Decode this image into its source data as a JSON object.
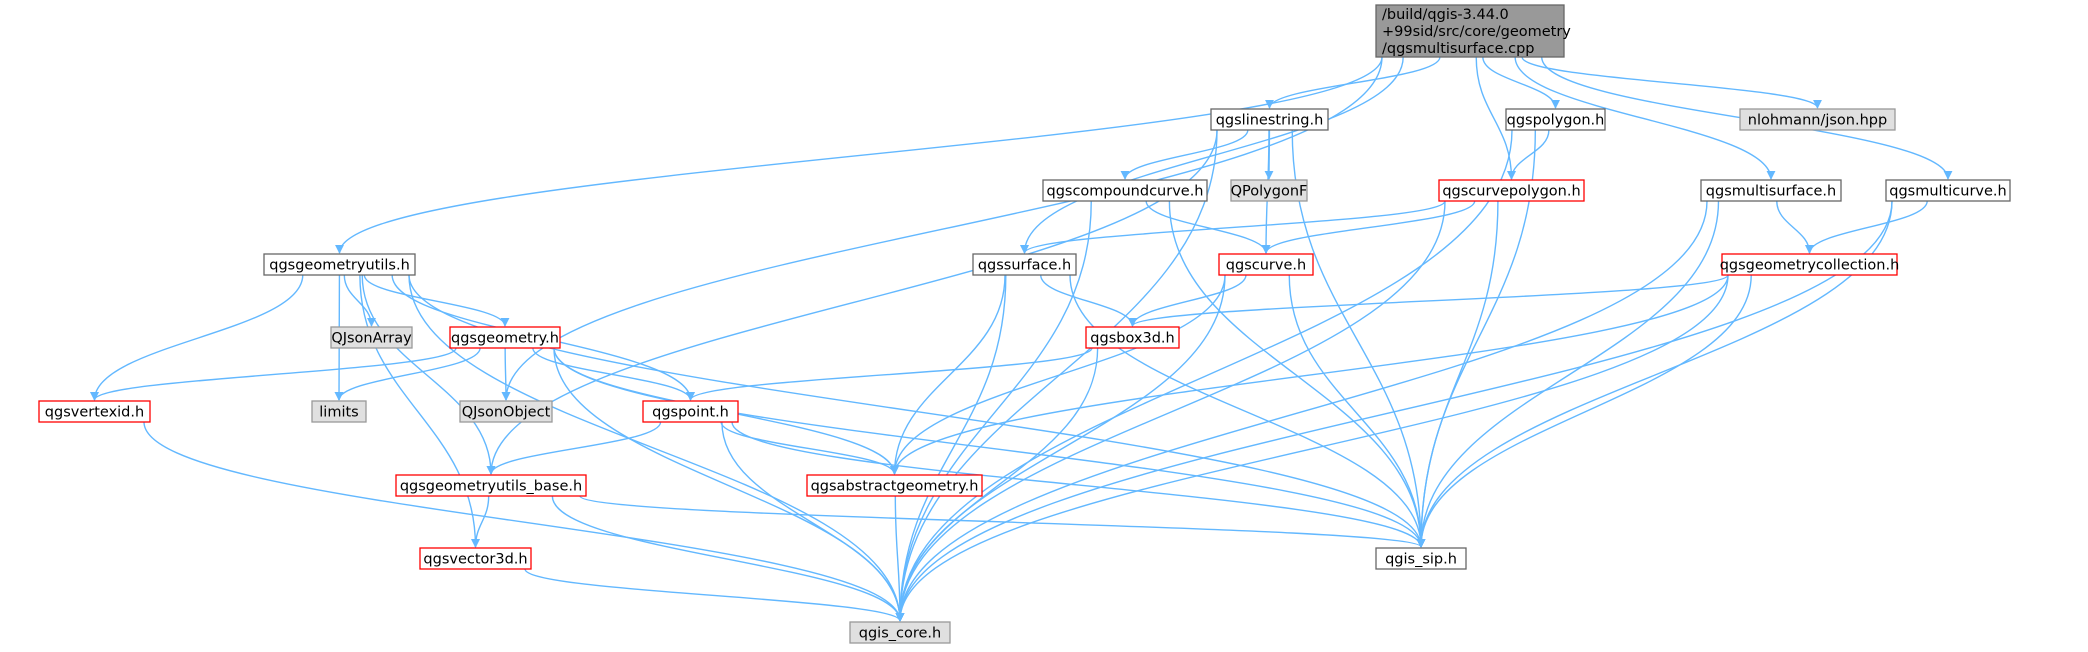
{
  "colors": {
    "edge": "#63b8ff",
    "root_fill": "#999999",
    "root_border": "#666666",
    "normal_fill": "#ffffff",
    "normal_border": "#666666",
    "red_fill": "#ffffff",
    "red_border": "#ff0000",
    "external_fill": "#e0e0e0",
    "external_border": "#999999"
  },
  "nodes": [
    {
      "id": "root",
      "kind": "root",
      "lines": [
        "/build/qgis-3.44.0",
        "+99sid/src/core/geometry",
        "/qgsmultisurface.cpp"
      ]
    },
    {
      "id": "qgslinestring",
      "kind": "normal",
      "lines": [
        "qgslinestring.h"
      ]
    },
    {
      "id": "qgspolygon",
      "kind": "normal",
      "lines": [
        "qgspolygon.h"
      ]
    },
    {
      "id": "nlohmann",
      "kind": "external",
      "lines": [
        "nlohmann/json.hpp"
      ]
    },
    {
      "id": "qgscompoundcurve",
      "kind": "normal",
      "lines": [
        "qgscompoundcurve.h"
      ]
    },
    {
      "id": "qpolygonf",
      "kind": "external",
      "lines": [
        "QPolygonF"
      ]
    },
    {
      "id": "qgscurvepolygon",
      "kind": "red",
      "lines": [
        "qgscurvepolygon.h"
      ]
    },
    {
      "id": "qgsmultisurfaceh",
      "kind": "normal",
      "lines": [
        "qgsmultisurface.h"
      ]
    },
    {
      "id": "qgsmulticurve",
      "kind": "normal",
      "lines": [
        "qgsmulticurve.h"
      ]
    },
    {
      "id": "qgsgeometryutils",
      "kind": "normal",
      "lines": [
        "qgsgeometryutils.h"
      ]
    },
    {
      "id": "qgssurface",
      "kind": "normal",
      "lines": [
        "qgssurface.h"
      ]
    },
    {
      "id": "qgscurve",
      "kind": "red",
      "lines": [
        "qgscurve.h"
      ]
    },
    {
      "id": "qgsgeometrycollection",
      "kind": "red",
      "lines": [
        "qgsgeometrycollection.h"
      ]
    },
    {
      "id": "qjsonarray",
      "kind": "external",
      "lines": [
        "QJsonArray"
      ]
    },
    {
      "id": "qgsgeometry",
      "kind": "red",
      "lines": [
        "qgsgeometry.h"
      ]
    },
    {
      "id": "qgsbox3d",
      "kind": "red",
      "lines": [
        "qgsbox3d.h"
      ]
    },
    {
      "id": "limits",
      "kind": "external",
      "lines": [
        "limits"
      ]
    },
    {
      "id": "qjsonobject",
      "kind": "external",
      "lines": [
        "QJsonObject"
      ]
    },
    {
      "id": "qgsvertexid",
      "kind": "red",
      "lines": [
        "qgsvertexid.h"
      ]
    },
    {
      "id": "qgspoint",
      "kind": "red",
      "lines": [
        "qgspoint.h"
      ]
    },
    {
      "id": "qgsgeometryutils_base",
      "kind": "red",
      "lines": [
        "qgsgeometryutils_base.h"
      ]
    },
    {
      "id": "qgsabstractgeometry",
      "kind": "red",
      "lines": [
        "qgsabstractgeometry.h"
      ]
    },
    {
      "id": "qgsvector3d",
      "kind": "red",
      "lines": [
        "qgsvector3d.h"
      ]
    },
    {
      "id": "qgis_sip",
      "kind": "normal",
      "lines": [
        "qgis_sip.h"
      ]
    },
    {
      "id": "qgis_core",
      "kind": "external",
      "lines": [
        "qgis_core.h"
      ]
    }
  ],
  "edges": [
    [
      "root",
      "qgsgeometryutils"
    ],
    [
      "root",
      "qjsonobject"
    ],
    [
      "root",
      "qgssurface"
    ],
    [
      "root",
      "qgslinestring"
    ],
    [
      "root",
      "qgscurvepolygon"
    ],
    [
      "root",
      "qgspolygon"
    ],
    [
      "root",
      "qgsmultisurfaceh"
    ],
    [
      "root",
      "qgsmulticurve"
    ],
    [
      "root",
      "nlohmann"
    ],
    [
      "qgslinestring",
      "qgsgeometryutils_base"
    ],
    [
      "qgslinestring",
      "qgis_core"
    ],
    [
      "qgslinestring",
      "qgscompoundcurve"
    ],
    [
      "qgslinestring",
      "qpolygonf"
    ],
    [
      "qgslinestring",
      "qgscurve"
    ],
    [
      "qgslinestring",
      "qgis_sip"
    ],
    [
      "qgspolygon",
      "qgscurvepolygon"
    ],
    [
      "qgspolygon",
      "qgis_sip"
    ],
    [
      "qgspolygon",
      "qgis_core"
    ],
    [
      "qgscompoundcurve",
      "qgis_core"
    ],
    [
      "qgscompoundcurve",
      "qgscurve"
    ],
    [
      "qgscompoundcurve",
      "qgis_sip"
    ],
    [
      "qgscurvepolygon",
      "qgssurface"
    ],
    [
      "qgscurvepolygon",
      "qgscurve"
    ],
    [
      "qgscurvepolygon",
      "qgis_sip"
    ],
    [
      "qgscurvepolygon",
      "qgis_core"
    ],
    [
      "qgsmultisurfaceh",
      "qgsgeometrycollection"
    ],
    [
      "qgsmultisurfaceh",
      "qgis_sip"
    ],
    [
      "qgsmultisurfaceh",
      "qgis_core"
    ],
    [
      "qgsmulticurve",
      "qgsgeometrycollection"
    ],
    [
      "qgsmulticurve",
      "qgis_sip"
    ],
    [
      "qgsmulticurve",
      "qgis_core"
    ],
    [
      "qgsgeometryutils",
      "qgis_core"
    ],
    [
      "qgsgeometryutils",
      "qgsvertexid"
    ],
    [
      "qgsgeometryutils",
      "qgsvector3d"
    ],
    [
      "qgsgeometryutils",
      "qgsgeometryutils_base"
    ],
    [
      "qgsgeometryutils",
      "limits"
    ],
    [
      "qgsgeometryutils",
      "qjsonarray"
    ],
    [
      "qgsgeometryutils",
      "qgsgeometry"
    ],
    [
      "qgsgeometryutils",
      "qgspoint"
    ],
    [
      "qgsgeometryutils",
      "qgis_sip"
    ],
    [
      "qgssurface",
      "qgsbox3d"
    ],
    [
      "qgssurface",
      "qgsabstractgeometry"
    ],
    [
      "qgssurface",
      "qgis_core"
    ],
    [
      "qgssurface",
      "qgis_sip"
    ],
    [
      "qgscurve",
      "qgsbox3d"
    ],
    [
      "qgscurve",
      "qgsabstractgeometry"
    ],
    [
      "qgscurve",
      "qgis_core"
    ],
    [
      "qgscurve",
      "qgis_sip"
    ],
    [
      "qgsgeometrycollection",
      "qgsbox3d"
    ],
    [
      "qgsgeometrycollection",
      "qgsabstractgeometry"
    ],
    [
      "qgsgeometrycollection",
      "qgis_sip"
    ],
    [
      "qgsgeometrycollection",
      "qgis_core"
    ],
    [
      "qgsgeometry",
      "qgsvertexid"
    ],
    [
      "qgsgeometry",
      "limits"
    ],
    [
      "qgsgeometry",
      "qjsonobject"
    ],
    [
      "qgsgeometry",
      "qgspoint"
    ],
    [
      "qgsgeometry",
      "qgsabstractgeometry"
    ],
    [
      "qgsgeometry",
      "qgis_core"
    ],
    [
      "qgsgeometry",
      "qgis_sip"
    ],
    [
      "qgsbox3d",
      "qgspoint"
    ],
    [
      "qgsbox3d",
      "qgis_core"
    ],
    [
      "qgsvertexid",
      "qgis_core"
    ],
    [
      "qgspoint",
      "qgsgeometryutils_base"
    ],
    [
      "qgspoint",
      "qgsabstractgeometry"
    ],
    [
      "qgspoint",
      "qgis_core"
    ],
    [
      "qgspoint",
      "qgis_sip"
    ],
    [
      "qgsgeometryutils_base",
      "qgsvector3d"
    ],
    [
      "qgsgeometryutils_base",
      "qgis_sip"
    ],
    [
      "qgsgeometryutils_base",
      "qgis_core"
    ],
    [
      "qgsabstractgeometry",
      "qgis_core"
    ],
    [
      "qgsvector3d",
      "qgis_core"
    ]
  ]
}
